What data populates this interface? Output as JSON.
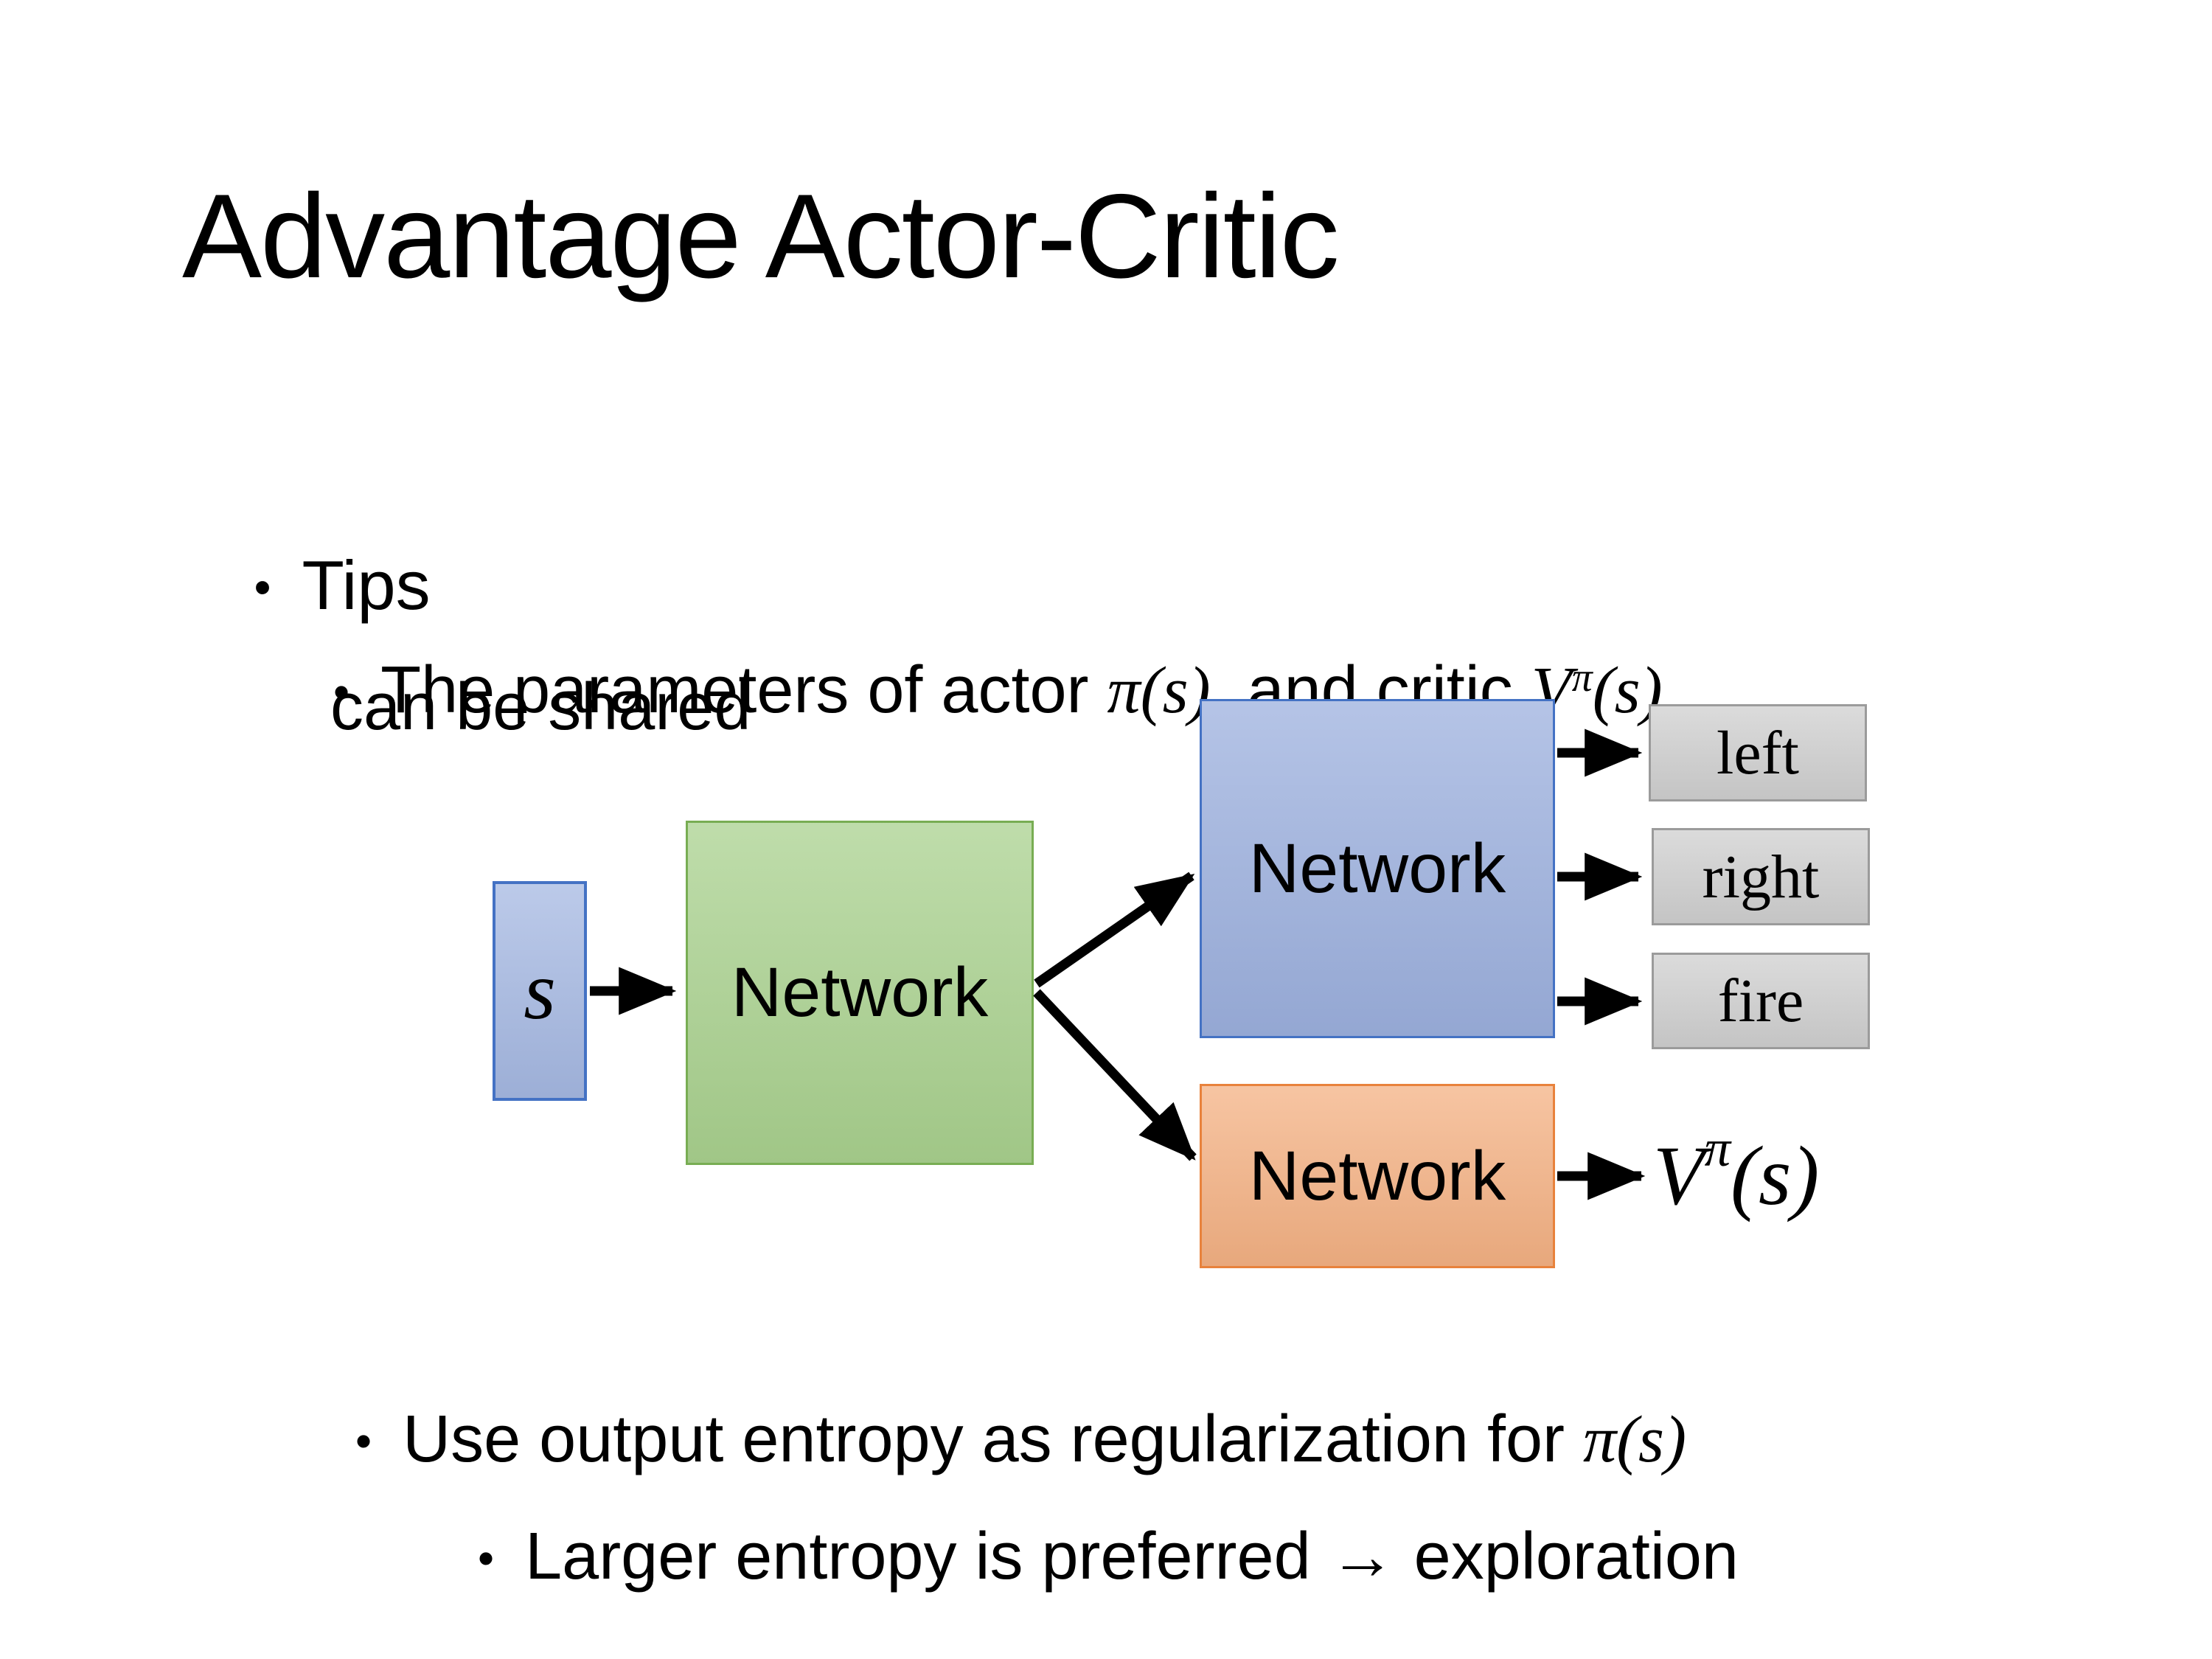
{
  "bullet_char": "•",
  "title": "Advantage Actor-Critic",
  "bullets": {
    "tips": "Tips",
    "param_line1": {
      "prefix": "The parameters of actor ",
      "actor_math": "π(s)",
      "middle": "  and critic ",
      "critic_v": "V",
      "critic_sup": "π",
      "critic_args": "(s)"
    },
    "param_line2": "can be shared",
    "entropy": {
      "prefix": "Use output entropy as regularization for ",
      "math": "π(s)"
    },
    "larger": "Larger entropy is preferred → exploration"
  },
  "diagram": {
    "state_label": "s",
    "shared_network_label": "Network",
    "actor_network_label": "Network",
    "critic_network_label": "Network",
    "outputs": [
      "left",
      "right",
      "fire"
    ],
    "value": {
      "v": "V",
      "sup": "π",
      "args": "(s)"
    },
    "colors": {
      "state_fill": "#a5b8e2",
      "state_border": "#4472c4",
      "shared_fill": "#a9d18e",
      "shared_border": "#78ad53",
      "actor_fill": "#9cb0de",
      "actor_border": "#4472c4",
      "critic_fill": "#f4b183",
      "critic_border": "#e8823c",
      "output_fill": "#cfcfcf",
      "output_border": "#9b9b9b",
      "arrow": "#000000",
      "text": "#000000"
    }
  }
}
